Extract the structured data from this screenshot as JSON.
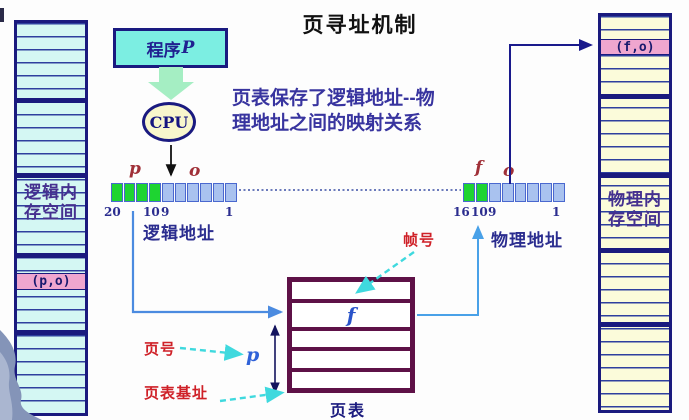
{
  "title": "页寻址机制",
  "note": {
    "line1": "页表保存了逻辑地址--物",
    "line2": "理地址之间的映射关系"
  },
  "program_box": {
    "label_text": "程序",
    "label_var": "P"
  },
  "cpu": {
    "label": "CPU"
  },
  "logical_memory": {
    "label_line1": "逻辑内",
    "label_line2": "存空间",
    "highlight_cell": "(p,o)"
  },
  "physical_memory": {
    "label_line1": "物理内",
    "label_line2": "存空间",
    "highlight_cell": "(f,o)"
  },
  "logical_address": {
    "p": "p",
    "o": "o",
    "green_cells": 4,
    "blue_cells": 6,
    "ticks": [
      "20",
      "10",
      "9",
      "1"
    ],
    "label": "逻辑地址"
  },
  "physical_address": {
    "f": "f",
    "o": "o",
    "green_cells": 2,
    "blue_cells": 6,
    "ticks": [
      "16",
      "10",
      "9",
      "1"
    ],
    "label": "物理地址"
  },
  "page_table": {
    "label": "页表",
    "rows": [
      "",
      "f",
      "",
      "",
      ""
    ]
  },
  "annotations": {
    "frame_no": "帧号",
    "page_no": "页号",
    "page_table_base": "页表基址",
    "p_pointer": "p"
  },
  "colors": {
    "navy_border": "#1a1a7e",
    "cyan_cell": "#d4f7f3",
    "yellow_cell": "#fbfbda",
    "pink_highlight": "#efa6cf",
    "green_bit": "#1ed431",
    "blue_bit": "#a9c2ef",
    "maroon_table": "#5e1147",
    "blue_arrow": "#4b8be0",
    "cyan_dash": "#3fd9de",
    "red_label": "#cf2128",
    "note_text": "#38349f"
  }
}
